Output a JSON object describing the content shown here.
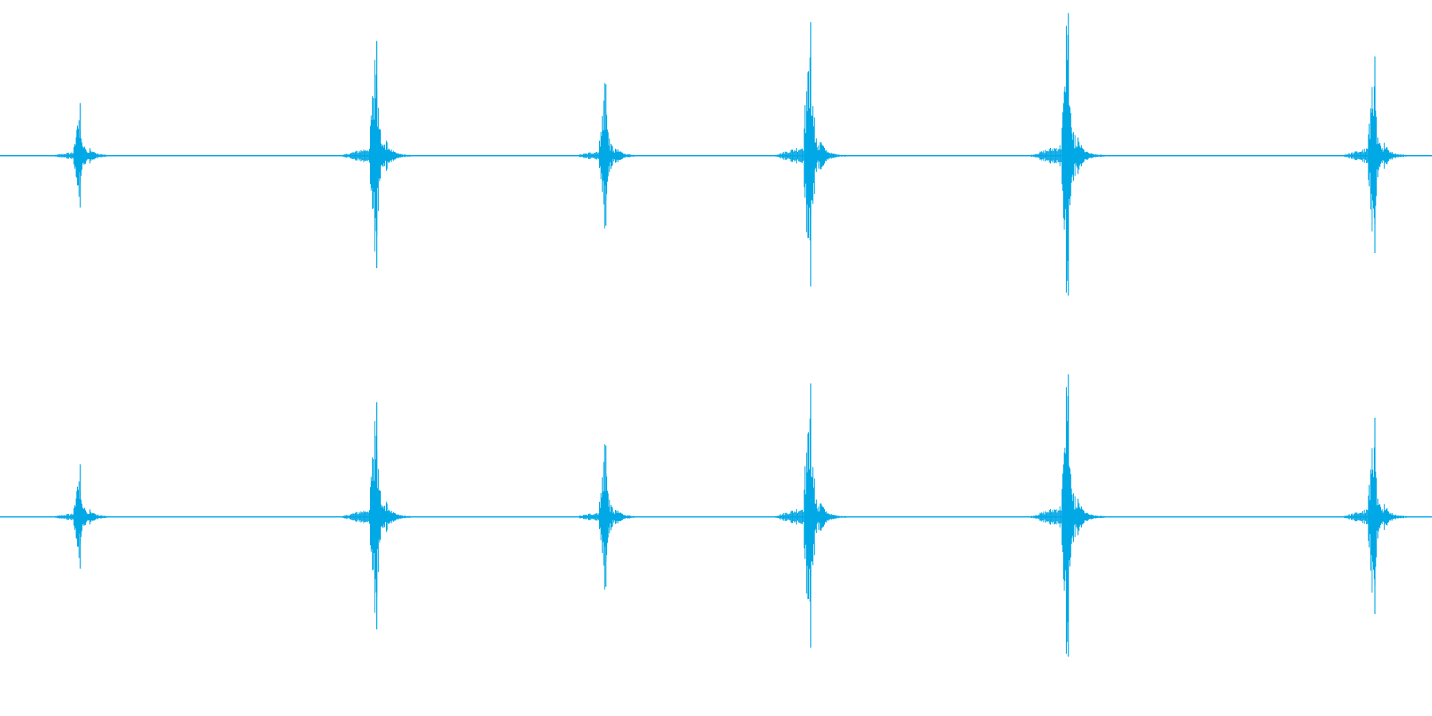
{
  "waveform": {
    "color": "#00a8e6",
    "background": "#ffffff",
    "channels": [
      {
        "name": "",
        "bursts": [
          {
            "t": 0.055,
            "peak": 0.34
          },
          {
            "t": 0.262,
            "peak": 0.74
          },
          {
            "t": 0.422,
            "peak": 0.46
          },
          {
            "t": 0.565,
            "peak": 0.86
          },
          {
            "t": 0.745,
            "peak": 0.92
          },
          {
            "t": 0.959,
            "peak": 0.64
          }
        ]
      },
      {
        "name": "",
        "bursts": [
          {
            "t": 0.055,
            "peak": 0.34
          },
          {
            "t": 0.262,
            "peak": 0.74
          },
          {
            "t": 0.422,
            "peak": 0.46
          },
          {
            "t": 0.565,
            "peak": 0.86
          },
          {
            "t": 0.745,
            "peak": 0.92
          },
          {
            "t": 0.959,
            "peak": 0.64
          }
        ]
      }
    ]
  }
}
